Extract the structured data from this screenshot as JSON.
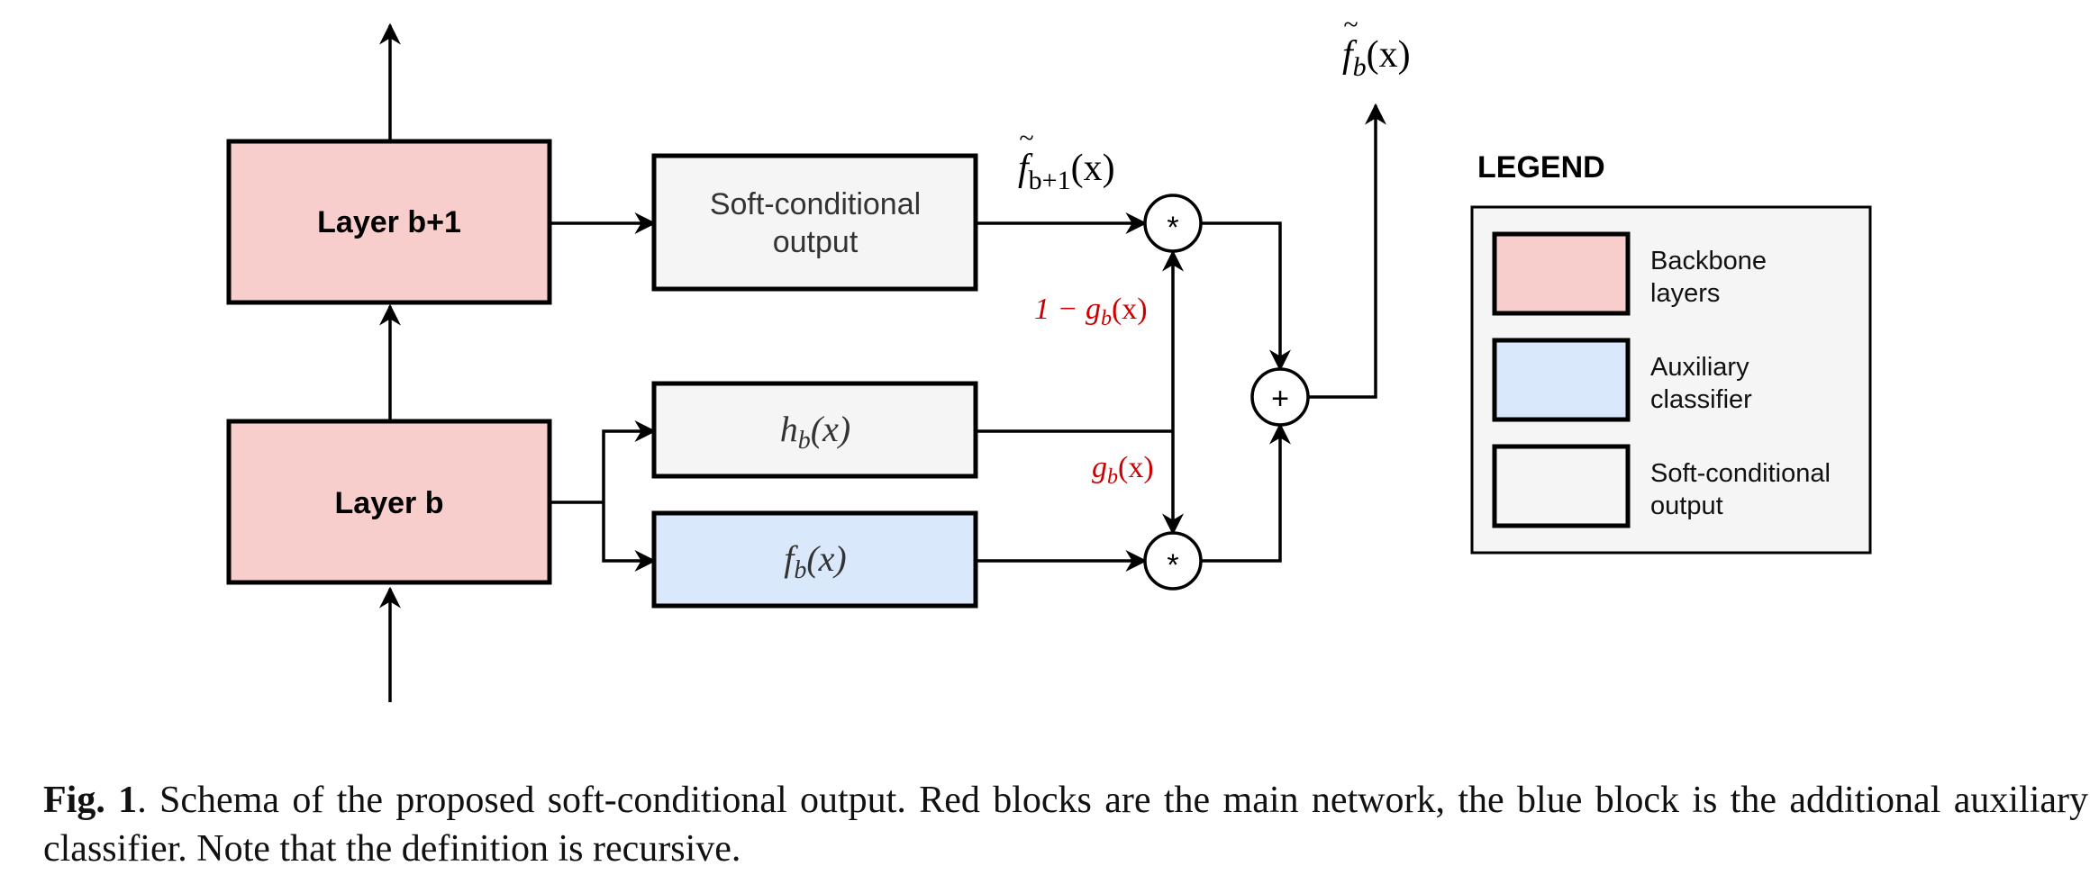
{
  "blocks": {
    "layer_b1": "Layer b+1",
    "layer_b": "Layer b",
    "soft_line1": "Soft-conditional",
    "soft_line2": "output",
    "h_b": "h",
    "h_b_sub": "b",
    "h_b_arg": "(x)",
    "f_b": "f",
    "f_b_sub": "b",
    "f_b_arg": "(x)"
  },
  "operators": {
    "mult_top": "*",
    "mult_bottom": "*",
    "add": "+"
  },
  "labels": {
    "f_tilde_b1": "f",
    "f_tilde_b1_sub": "b+1",
    "f_tilde_b1_arg": "(x)",
    "f_tilde_b": "f",
    "f_tilde_b_sub": "b",
    "f_tilde_b_arg": "(x)",
    "one_minus_g_pre": "1 − g",
    "one_minus_g_sub": "b",
    "one_minus_g_arg": "(x)",
    "g": "g",
    "g_sub": "b",
    "g_arg": "(x)"
  },
  "legend": {
    "title": "LEGEND",
    "items": [
      {
        "line1": "Backbone",
        "line2": "layers",
        "color": "#f8cecc"
      },
      {
        "line1": "Auxiliary",
        "line2": "classifier",
        "color": "#dae8fc"
      },
      {
        "line1": "Soft-conditional",
        "line2": "output",
        "color": "#f5f5f5"
      }
    ]
  },
  "colors": {
    "backbone": "#f8cecc",
    "auxiliary": "#dae8fc",
    "soft": "#f5f5f5",
    "gate_label": "#cc0000"
  },
  "caption": {
    "label": "Fig. 1",
    "text": ". Schema of the proposed soft-conditional output. Red blocks are the main network, the blue block is the additional auxiliary classifier. Note that the definition is recursive."
  }
}
